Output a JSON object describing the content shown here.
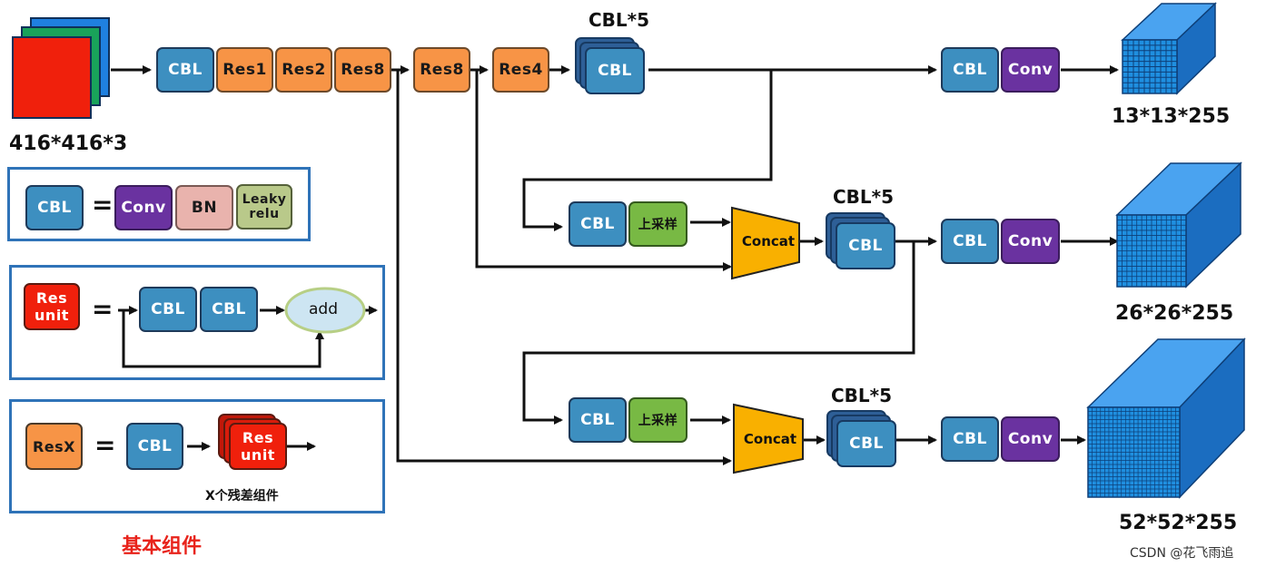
{
  "input": {
    "label": "416*416*3"
  },
  "backbone": {
    "cbl": "CBL",
    "res1": "Res1",
    "res2": "Res2",
    "res8a": "Res8",
    "res8b": "Res8",
    "res4": "Res4"
  },
  "branch1": {
    "cbl5_title": "CBL*5",
    "cbl": "CBL",
    "out_cbl": "CBL",
    "out_conv": "Conv",
    "output": "13*13*255"
  },
  "branch2": {
    "cbl": "CBL",
    "upsample": "上采样",
    "concat": "Concat",
    "cbl5_title": "CBL*5",
    "cbl5": "CBL",
    "out_cbl": "CBL",
    "out_conv": "Conv",
    "output": "26*26*255"
  },
  "branch3": {
    "cbl": "CBL",
    "upsample": "上采样",
    "concat": "Concat",
    "cbl5_title": "CBL*5",
    "cbl5": "CBL",
    "out_cbl": "CBL",
    "out_conv": "Conv",
    "output": "52*52*255"
  },
  "legend": {
    "cbl_def": {
      "cbl": "CBL",
      "eq": "=",
      "conv": "Conv",
      "bn": "BN",
      "leaky_line1": "Leaky",
      "leaky_line2": "relu"
    },
    "res_unit_def": {
      "unit_line1": "Res",
      "unit_line2": "unit",
      "eq": "=",
      "cbl1": "CBL",
      "cbl2": "CBL",
      "add": "add"
    },
    "resx_def": {
      "resx": "ResX",
      "eq": "=",
      "cbl": "CBL",
      "unit_line1": "Res",
      "unit_line2": "unit",
      "caption": "X个残差组件"
    },
    "title": "基本组件"
  },
  "watermark": "CSDN @花飞雨追",
  "colors": {
    "cbl": "#3d8fc0",
    "res": "#f79446",
    "conv": "#6a32a0",
    "bn": "#e9b3ad",
    "leaky": "#b9c98a",
    "upsample": "#78b944",
    "concat": "#f9b000",
    "res_unit": "#f0200c",
    "panel_border": "#2f73b8",
    "cube": "#1f8fe0",
    "legend_title": "#e8231b"
  }
}
